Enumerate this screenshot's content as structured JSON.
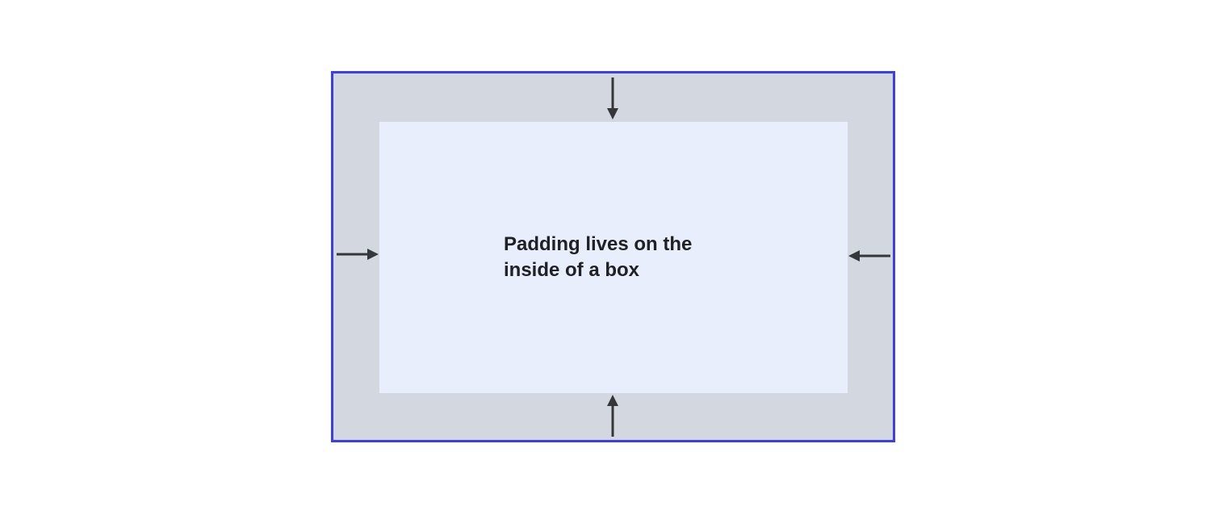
{
  "diagram": {
    "title": "Padding lives on the inside of a box",
    "label": {
      "line1": "Padding lives on the",
      "line2": "inside of a box"
    },
    "arrows": [
      {
        "name": "arrow-down-icon",
        "position": "top",
        "direction": "down"
      },
      {
        "name": "arrow-left-icon",
        "position": "right",
        "direction": "left"
      },
      {
        "name": "arrow-up-icon",
        "position": "bottom",
        "direction": "up"
      },
      {
        "name": "arrow-right-icon",
        "position": "left",
        "direction": "right"
      }
    ],
    "colors": {
      "background": "#ffffff",
      "border": "#3a3ef0",
      "padding_area": "#d3d7e0",
      "content_box": "#e8eefb",
      "arrow": "#35363a",
      "text": "#202124"
    }
  }
}
